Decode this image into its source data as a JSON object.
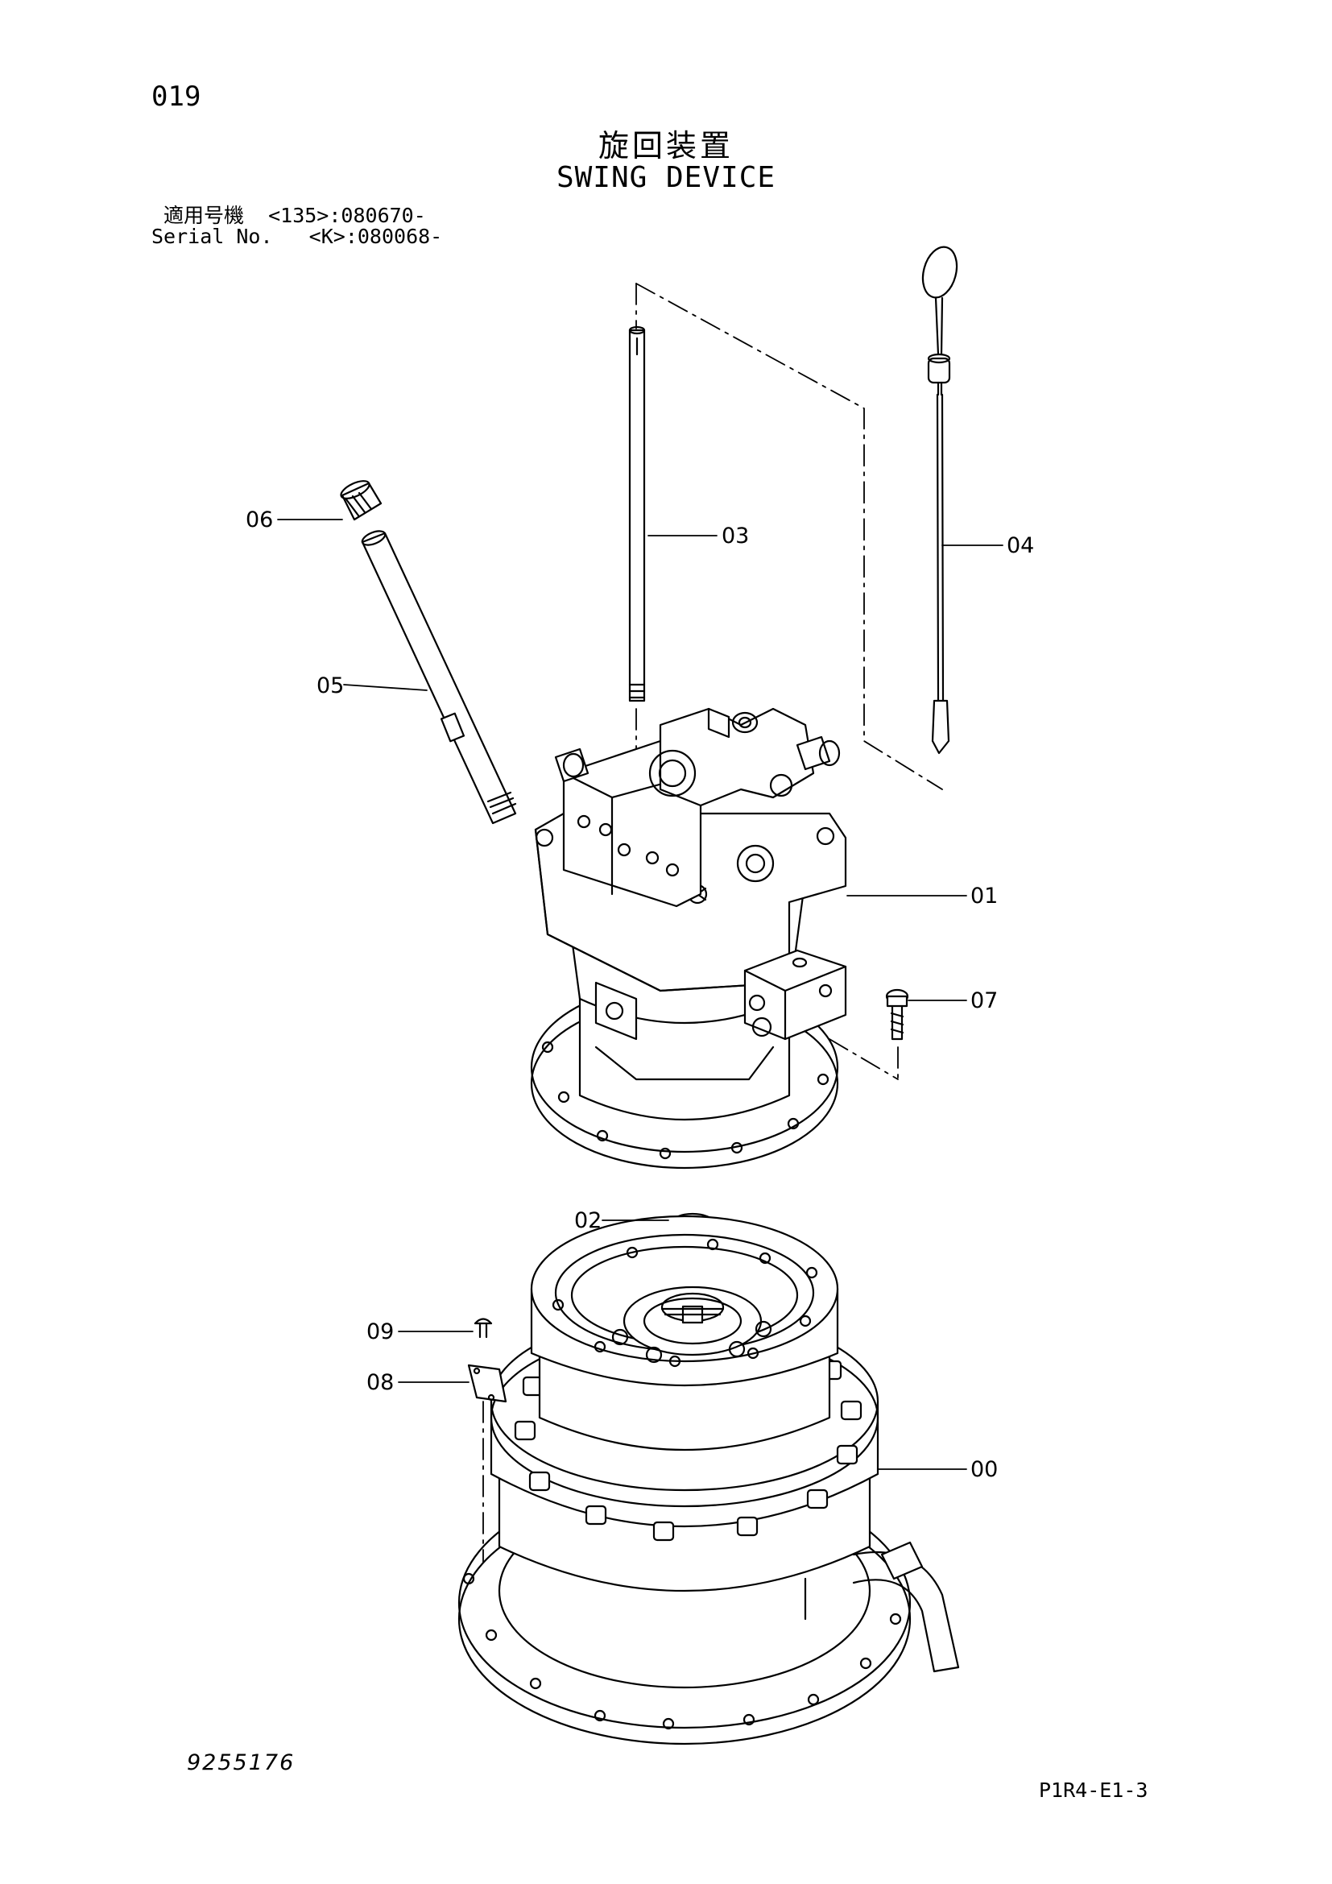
{
  "header": {
    "page_number": "019",
    "title_jp": "旋回装置",
    "title_en": "SWING DEVICE",
    "serial_line_1": "適用号機  <135>:080670-",
    "serial_line_2": "Serial No.   <K>:080068-"
  },
  "callouts": [
    "06",
    "03",
    "04",
    "05",
    "01",
    "07",
    "02",
    "09",
    "08",
    "00"
  ],
  "footer": {
    "drawing_number": "9255176",
    "page_code": "P1R4-E1-3"
  }
}
